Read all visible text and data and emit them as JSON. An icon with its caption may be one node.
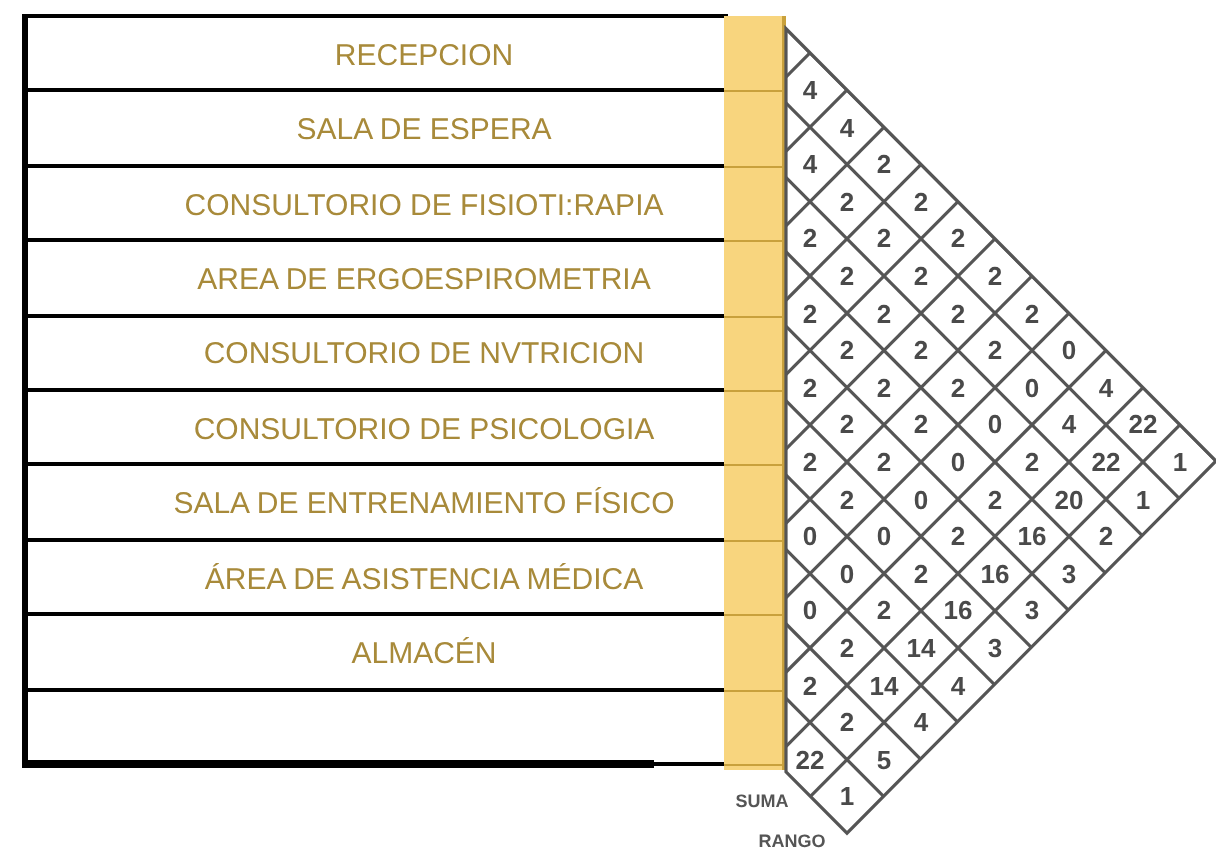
{
  "diagram": {
    "labels": [
      "RECEPCION",
      "SALA DE ESPERA",
      "CONSULTORIO DE FISIOTI:RAPIA",
      "AREA DE ERGOESPIROMETRIA",
      "CONSULTORIO DE NVTRICION",
      "CONSULTORIO DE PSICOLOGIA",
      "SALA DE ENTRENAMIENTO FÍSICO",
      "ÁREA DE ASISTENCIA MÉDICA",
      "ALMACÉN",
      "4",
      "4",
      "4",
      "2",
      "2",
      "2",
      "2",
      "2",
      "2",
      "2",
      "2",
      "2",
      "2",
      "2",
      "2",
      "2",
      "2",
      "2",
      "2",
      "0",
      "2",
      "2",
      "2",
      "0",
      "4",
      "2",
      "2",
      "0",
      "4",
      "22",
      "2",
      "2",
      "0",
      "2",
      "22",
      "1",
      "2",
      "0",
      "2",
      "20",
      "1",
      "0",
      "0",
      "2",
      "16",
      "2",
      "0",
      "2",
      "16",
      "3",
      "0",
      "2",
      "16",
      "3",
      "2",
      "14",
      "3",
      "2",
      "14",
      "4",
      "2",
      "4",
      "22",
      "5",
      "SUMA",
      "1",
      "RANGO"
    ]
  }
}
